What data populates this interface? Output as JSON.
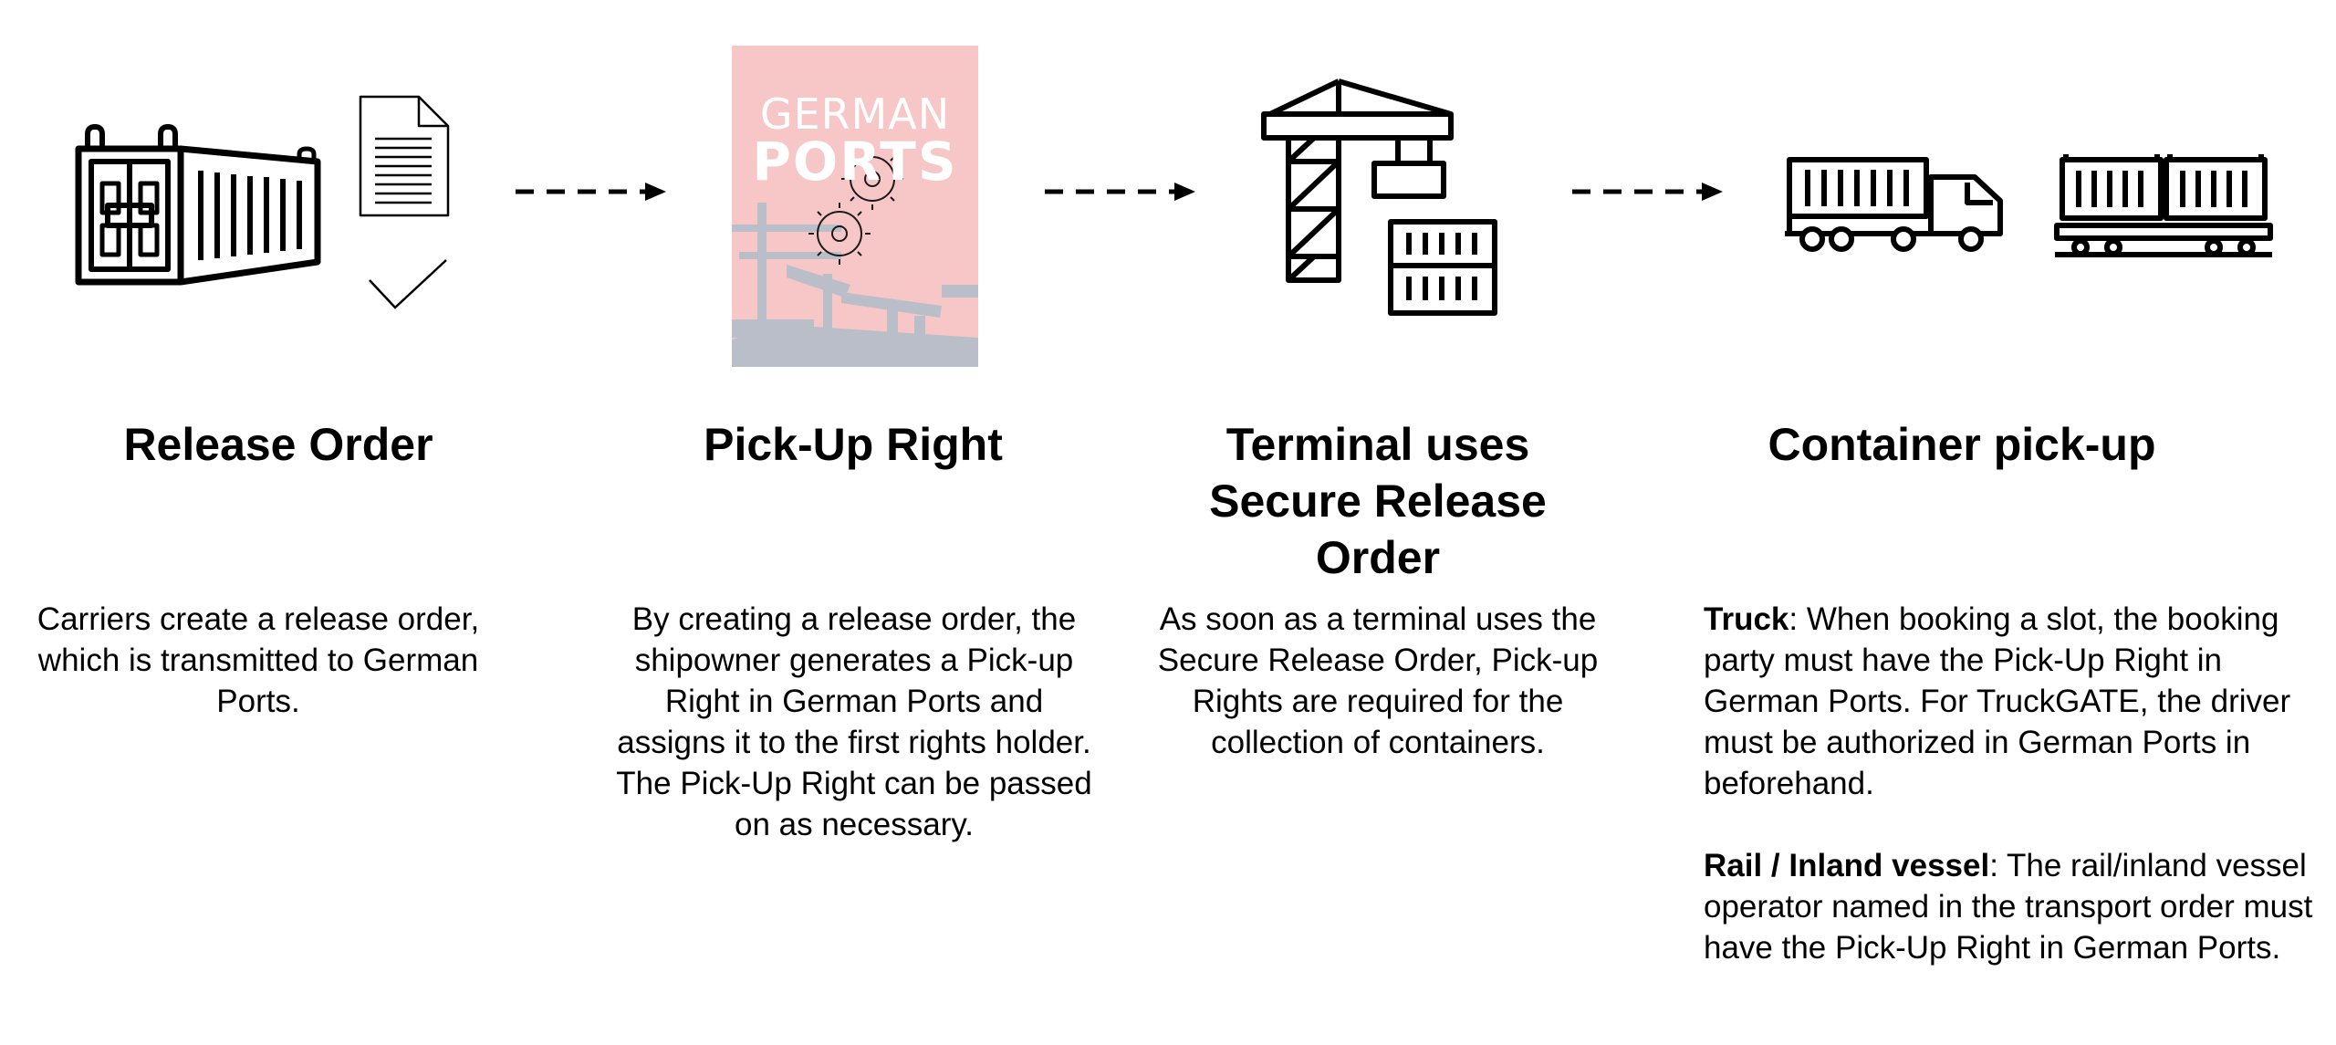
{
  "steps": [
    {
      "title": "Release Order",
      "description": "Carriers create a release order, which is transmitted to German Ports."
    },
    {
      "title": "Pick-Up Right",
      "description": "By creating a release order, the shipowner generates a Pick-up Right in German Ports and assigns it to the first rights holder. The Pick-Up Right can be passed on as necessary."
    },
    {
      "title_lines": [
        "Terminal uses",
        "Secure Release",
        "Order"
      ],
      "description": "As soon as a terminal uses the Secure Release Order, Pick-up Rights are required for the collection of containers."
    },
    {
      "title": "Container pick-up",
      "truck_label": "Truck",
      "truck_text": ": When booking a slot, the booking party must have the Pick-Up Right in German Ports. For TruckGATE, the driver must be authorized in German Ports in beforehand.",
      "rail_label": "Rail / Inland vessel",
      "rail_text": ": The rail/inland vessel operator named in the transport order must have the Pick-Up Right in German Ports."
    }
  ],
  "logo": {
    "line1": "GERMAN",
    "line2": "PORTS"
  },
  "colors": {
    "logo_background": "#f7c6c6",
    "logo_text": "#ffffff",
    "logo_graphic": "#b9bec8",
    "ink": "#000000"
  },
  "icons": [
    "shipping-container-icon",
    "document-icon",
    "checkmark-icon",
    "german-ports-logo",
    "port-crane-icon",
    "truck-icon",
    "rail-wagon-icon",
    "arrow-icon"
  ]
}
